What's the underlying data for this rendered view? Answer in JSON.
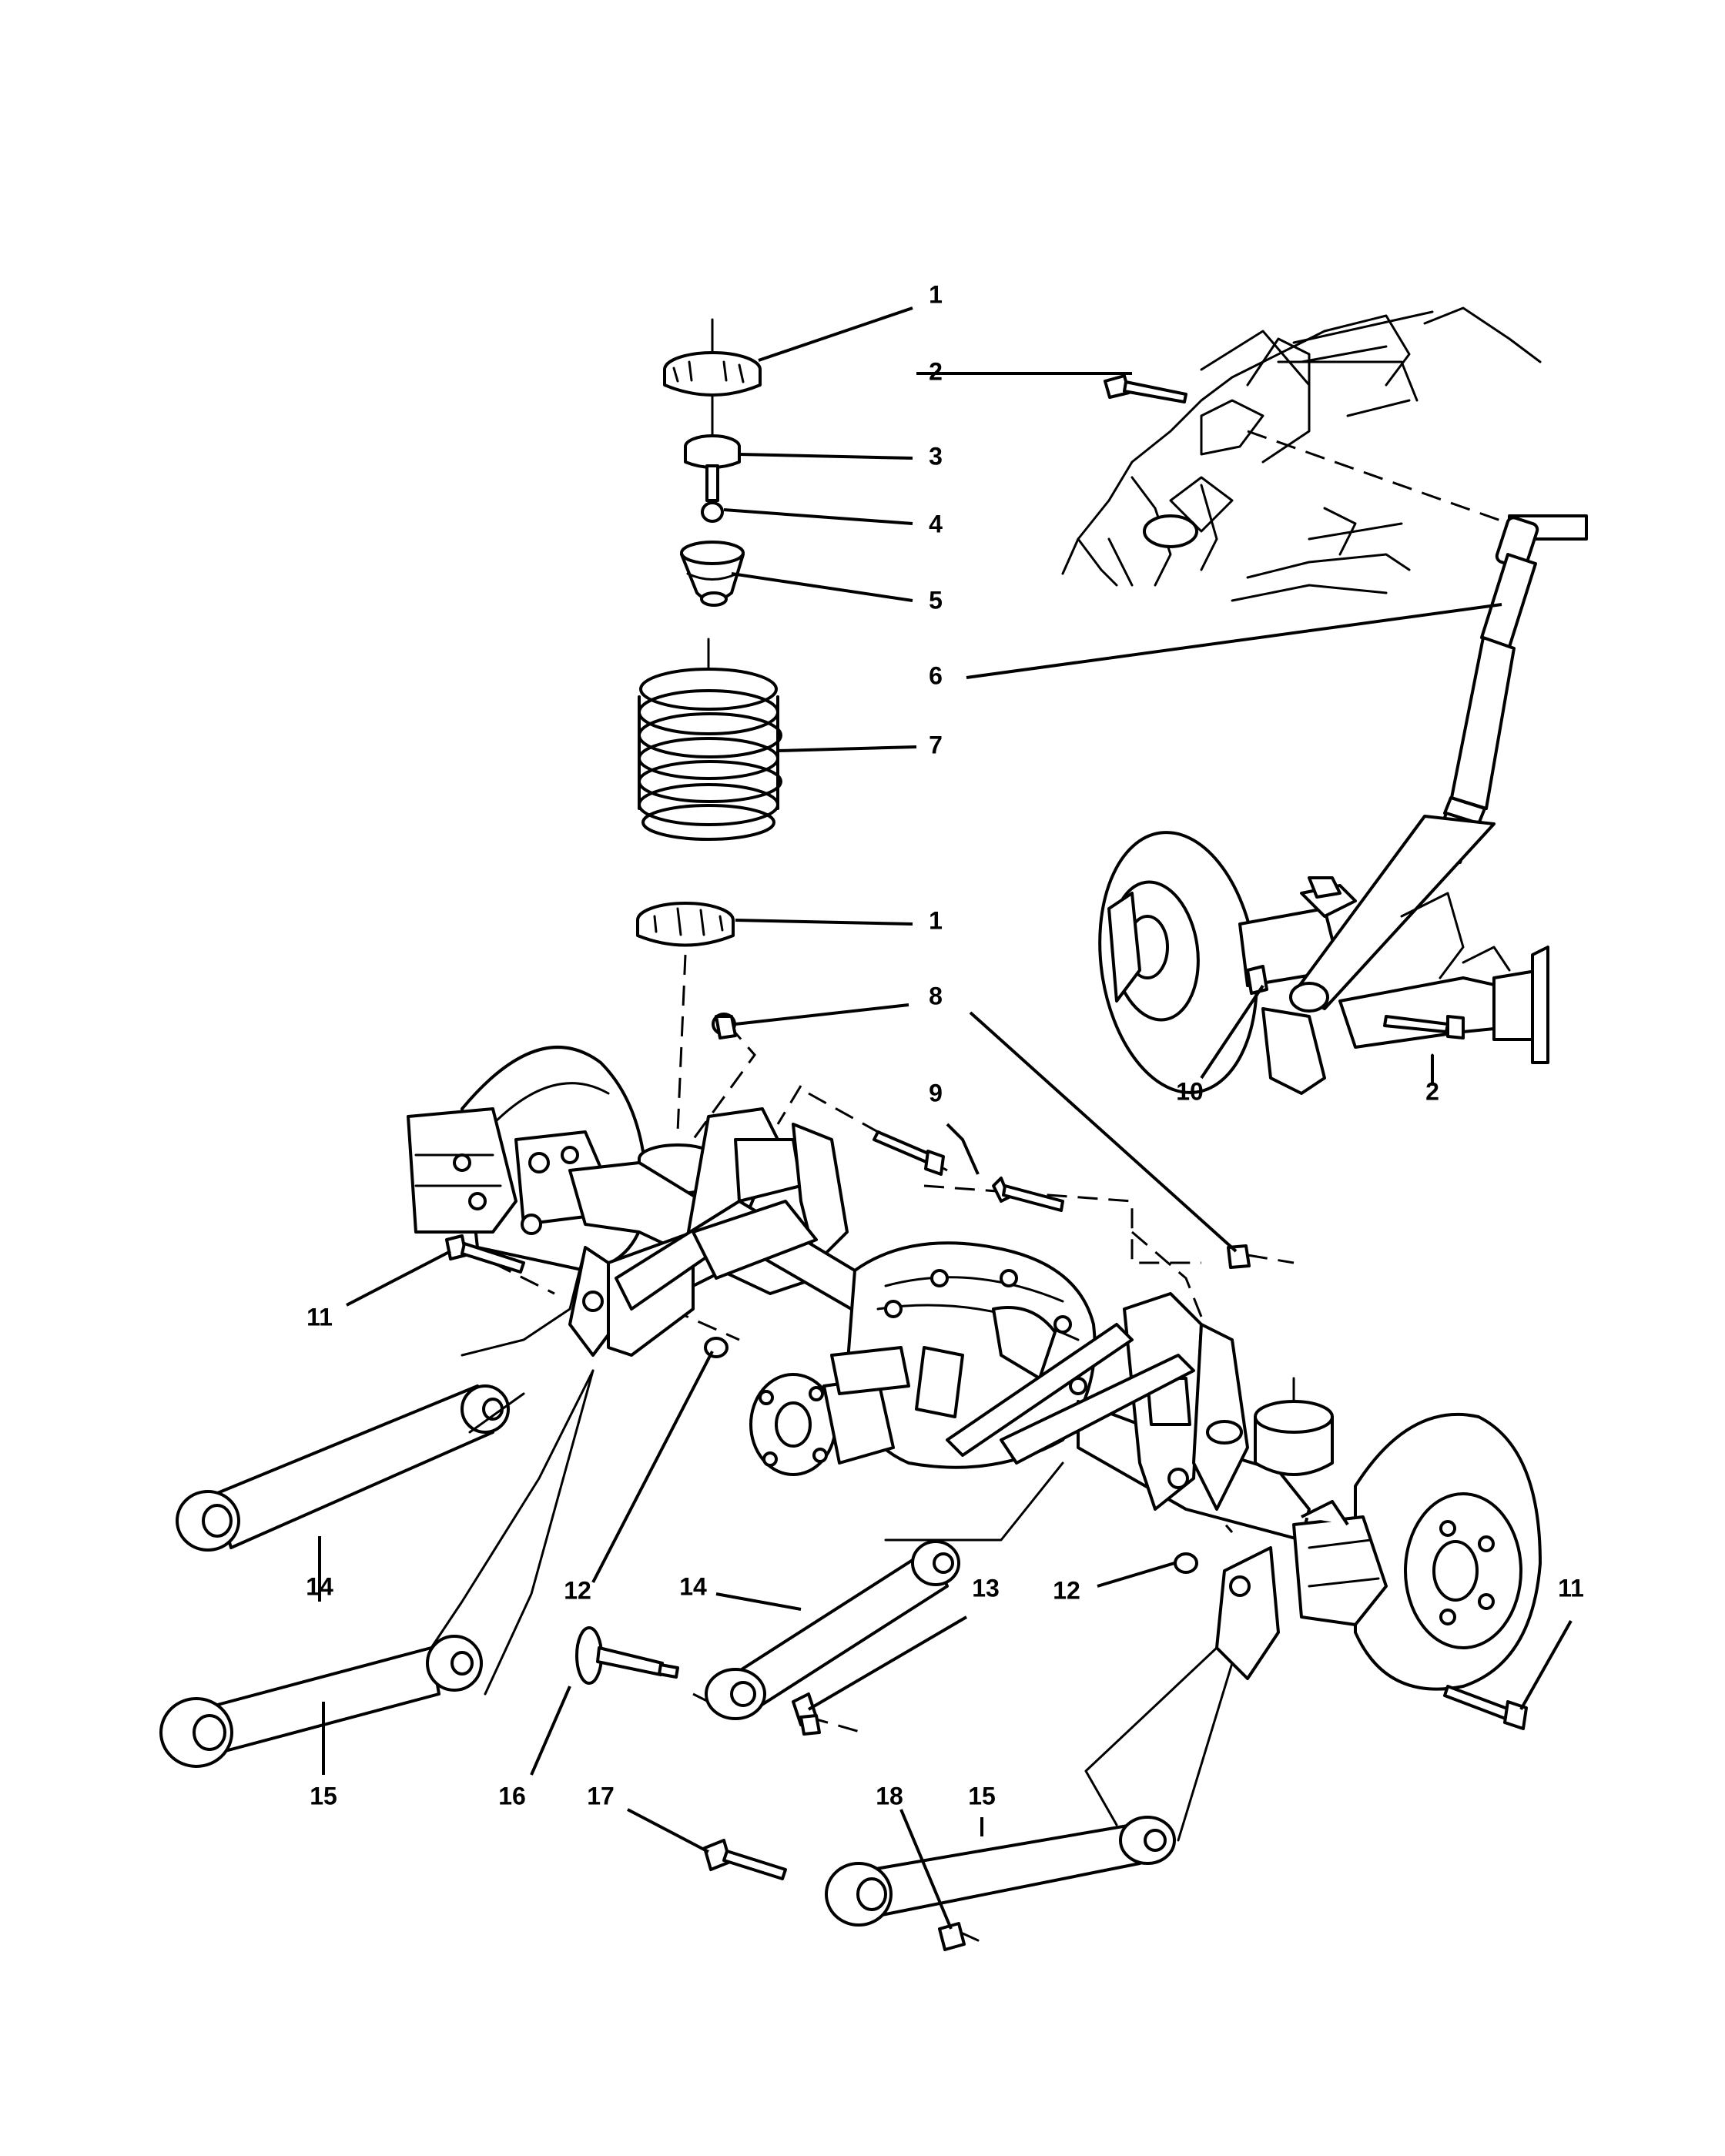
{
  "callouts": [
    {
      "id": "c1a",
      "label": "1"
    },
    {
      "id": "c2a",
      "label": "2"
    },
    {
      "id": "c3",
      "label": "3"
    },
    {
      "id": "c4",
      "label": "4"
    },
    {
      "id": "c5",
      "label": "5"
    },
    {
      "id": "c6",
      "label": "6"
    },
    {
      "id": "c7",
      "label": "7"
    },
    {
      "id": "c1b",
      "label": "1"
    },
    {
      "id": "c8",
      "label": "8"
    },
    {
      "id": "c9",
      "label": "9"
    },
    {
      "id": "c10",
      "label": "10"
    },
    {
      "id": "c2b",
      "label": "2"
    },
    {
      "id": "c11a",
      "label": "11"
    },
    {
      "id": "c14a",
      "label": "14"
    },
    {
      "id": "c12a",
      "label": "12"
    },
    {
      "id": "c14b",
      "label": "14"
    },
    {
      "id": "c13",
      "label": "13"
    },
    {
      "id": "c12b",
      "label": "12"
    },
    {
      "id": "c11b",
      "label": "11"
    },
    {
      "id": "c15a",
      "label": "15"
    },
    {
      "id": "c16",
      "label": "16"
    },
    {
      "id": "c17",
      "label": "17"
    },
    {
      "id": "c18",
      "label": "18"
    },
    {
      "id": "c15b",
      "label": "15"
    }
  ],
  "colors": {
    "line": "#000000",
    "background": "#ffffff"
  }
}
